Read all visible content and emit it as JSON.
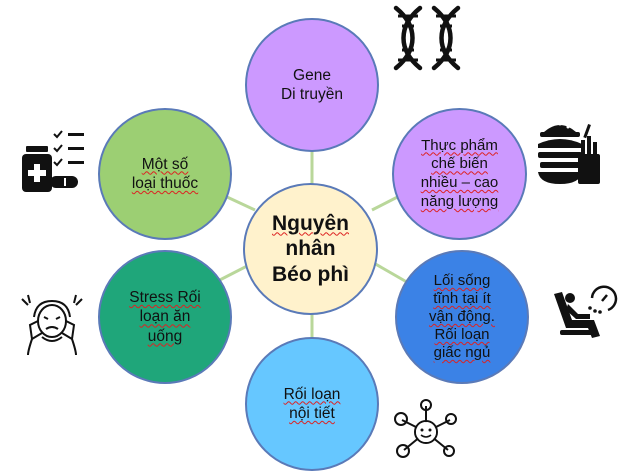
{
  "center": {
    "lines": [
      "Nguyên",
      "nhân",
      "Béo phì"
    ],
    "fill": "#fff2cc"
  },
  "nodes": [
    {
      "id": "gene",
      "lines": [
        "Gene",
        "Di truyền"
      ],
      "fill": "#cc99ff"
    },
    {
      "id": "processed-food",
      "lines": [
        "Thực phẩm",
        "chế biến",
        "nhiều – cao",
        "năng lượng"
      ],
      "fill": "#cc99ff"
    },
    {
      "id": "lifestyle",
      "lines": [
        "Lối sống",
        "tĩnh tại ít",
        "vận động.",
        "Rối loạn",
        "giấc ngủ"
      ],
      "fill": "#3b82e6"
    },
    {
      "id": "endocrine",
      "lines": [
        "Rối loạn",
        "nội tiết"
      ],
      "fill": "#66c7ff"
    },
    {
      "id": "stress",
      "lines": [
        "Stress Rối",
        "loạn ăn",
        "uống"
      ],
      "fill": "#1fa67a"
    },
    {
      "id": "medication",
      "lines": [
        "Một số",
        "loại thuốc"
      ],
      "fill": "#9ccf73"
    }
  ],
  "icons": [
    "dna-icon",
    "fast-food-icon",
    "sedentary-person-icon",
    "molecule-icon",
    "stressed-person-icon",
    "medicine-icon"
  ]
}
